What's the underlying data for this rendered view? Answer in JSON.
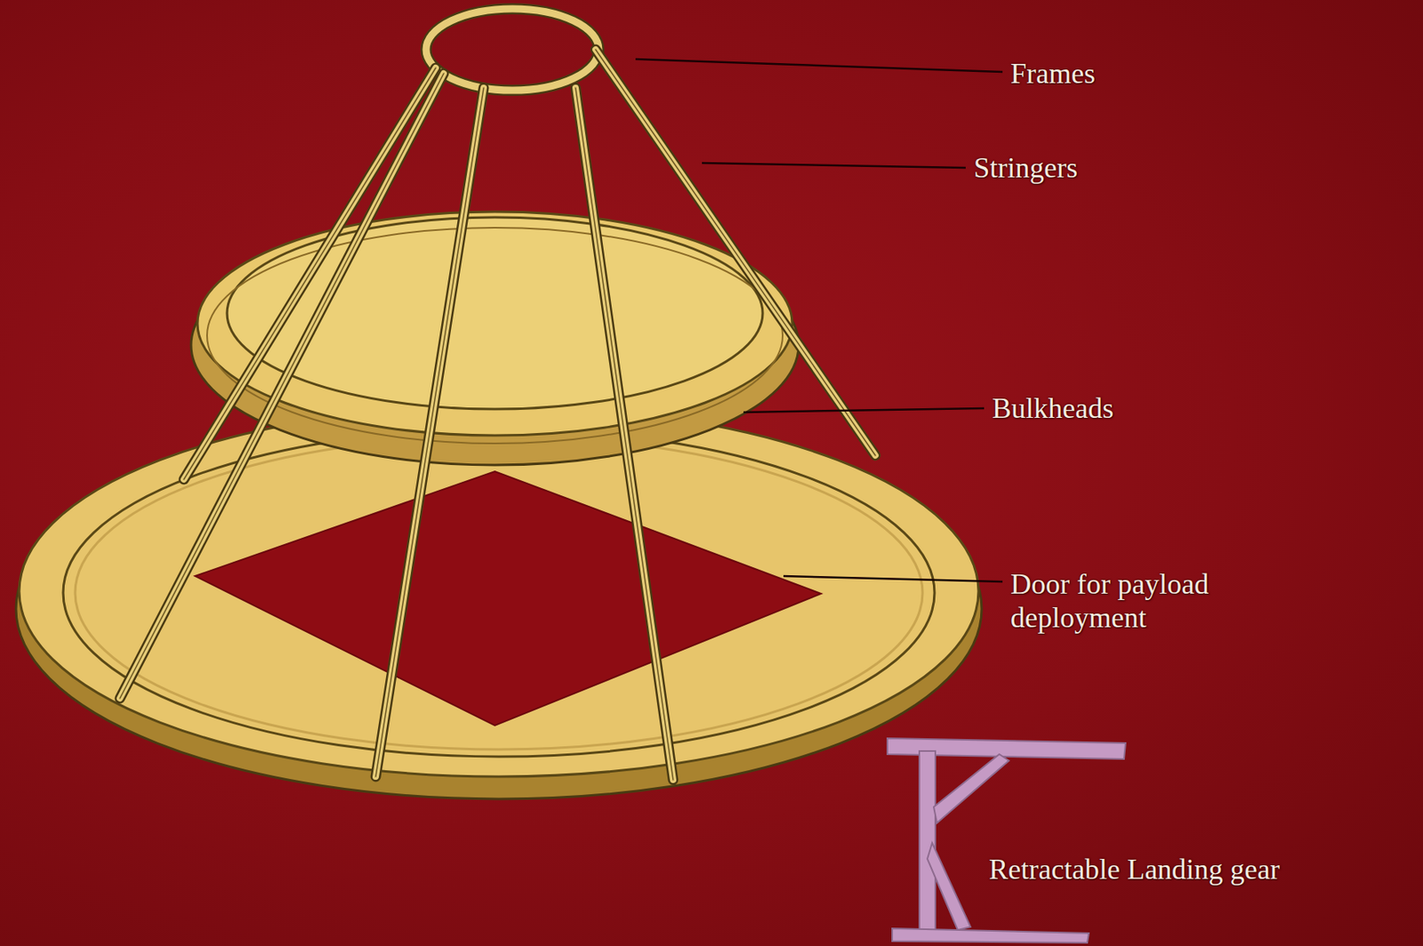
{
  "diagram": {
    "labels": [
      "Frames",
      "Stringers",
      "Bulkheads",
      "Door for payload deployment",
      "Retractable Landing gear"
    ]
  }
}
